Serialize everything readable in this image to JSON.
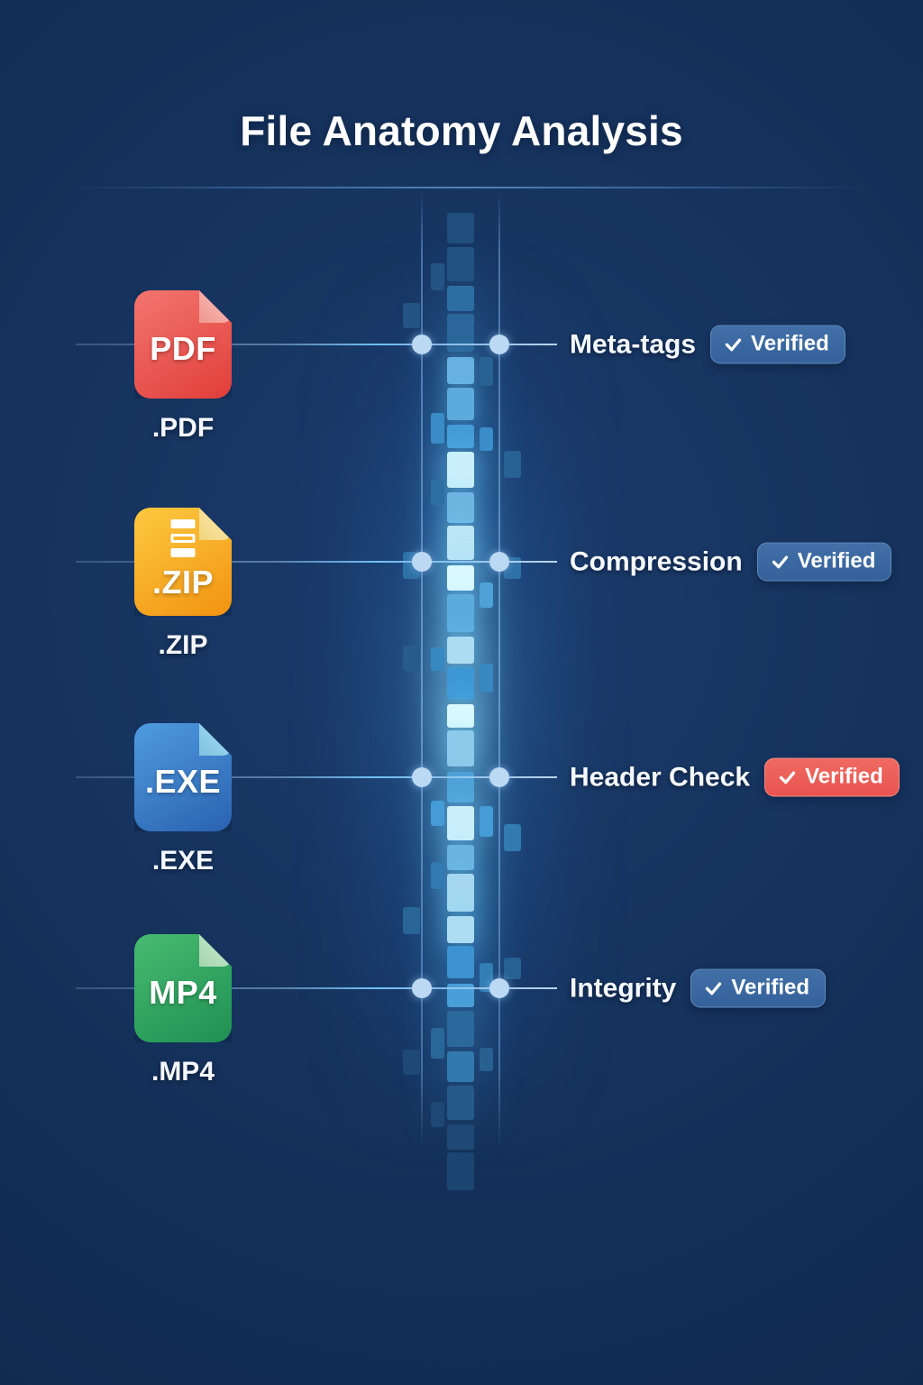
{
  "title": "File Anatomy Analysis",
  "rows": [
    {
      "file_type": "pdf",
      "icon_text": "PDF",
      "icon_label": ".PDF",
      "feature": "Meta-tags",
      "badge": {
        "label": "Verified",
        "style": "blue"
      },
      "icon_colors": {
        "top": "#f3766f",
        "bottom": "#e13e3a",
        "fold": "#f9a09a"
      },
      "has_zipper": false
    },
    {
      "file_type": "zip",
      "icon_text": ".ZIP",
      "icon_label": ".ZIP",
      "feature": "Compression",
      "badge": {
        "label": "Verified",
        "style": "blue"
      },
      "icon_colors": {
        "top": "#fdc940",
        "bottom": "#f29311",
        "fold": "#fbe18a"
      },
      "has_zipper": true
    },
    {
      "file_type": "exe",
      "icon_text": ".EXE",
      "icon_label": ".EXE",
      "feature": "Header Check",
      "badge": {
        "label": "Verified",
        "style": "red"
      },
      "icon_colors": {
        "top": "#4f9bdf",
        "bottom": "#2a62b1",
        "fold": "#7ecdf0"
      },
      "has_zipper": false
    },
    {
      "file_type": "mp4",
      "icon_text": "MP4",
      "icon_label": ".MP4",
      "feature": "Integrity",
      "badge": {
        "label": "Verified",
        "style": "blue"
      },
      "icon_colors": {
        "top": "#48bb70",
        "bottom": "#1f9053",
        "fold": "#abe2bc"
      },
      "has_zipper": false
    }
  ],
  "colors": {
    "badge_blue": "#34619a",
    "badge_red": "#e9534f",
    "accent_line": "#6fbef4",
    "background": "#122e58"
  }
}
